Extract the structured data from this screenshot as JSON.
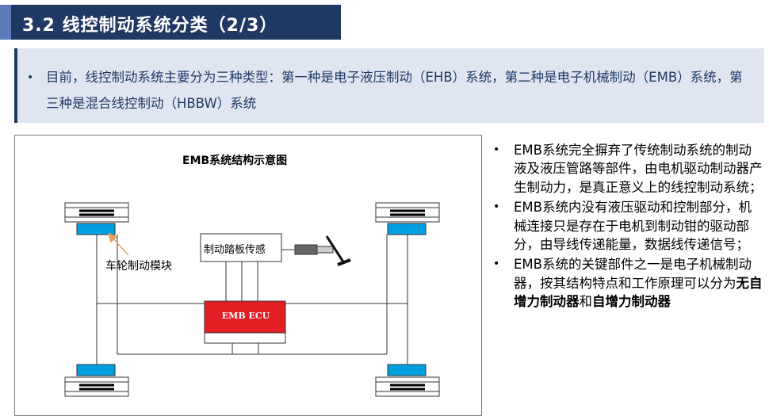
{
  "header": {
    "title": "3.2 线控制动系统分类（2/3）"
  },
  "intro": {
    "bullet": "•",
    "text": "目前，线控制动系统主要分为三种类型：第一种是电子液压制动（EHB）系统，第二种是电子机械制动（EMB）系统，第三种是混合线控制动（HBBW）系统"
  },
  "diagram": {
    "title": "EMB系统结构示意图",
    "wheel_module_label": "车轮制动模块",
    "pedal_sensor_label": "制动踏板传感",
    "ecu_label": "EMB ECU",
    "colors": {
      "ecu": "#e31e24",
      "wheel_module": "#00a0e0"
    }
  },
  "points": [
    {
      "bullet": "•",
      "text": "EMB系统完全摒弃了传统制动系统的制动液及液压管路等部件，由电机驱动制动器产生制动力，是真正意义上的线控制动系统；"
    },
    {
      "bullet": "•",
      "text": "EMB系统内没有液压驱动和控制部分，机械连接只是存在于电机到制动钳的驱动部分，由导线传递能量，数据线传递信号；"
    },
    {
      "bullet": "•",
      "text_before": "EMB系统的关键部件之一是电子机械制动器，按其结构特点和工作原理可以分为",
      "bold_1": "无自增力制动器",
      "text_mid": "和",
      "bold_2": "自增力制动器"
    }
  ]
}
